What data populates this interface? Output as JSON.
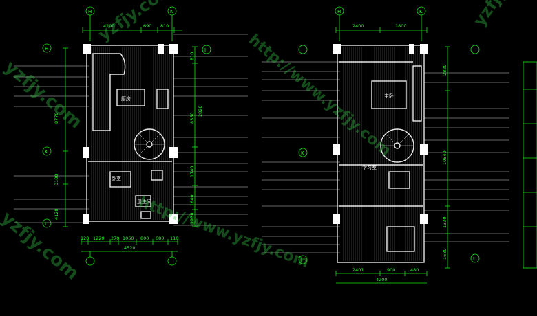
{
  "left_plan": {
    "top_dims": [
      "4200",
      "690",
      "810"
    ],
    "bottom_dims": [
      "120",
      "1220",
      "270",
      "1060",
      "800",
      "680",
      "110"
    ],
    "bottom_total": "4520",
    "right_dims": [
      "810",
      "2820",
      "8350",
      "1740",
      "1640",
      "1230"
    ],
    "left_dims": [
      "8770",
      "3180",
      "4120"
    ],
    "room_labels": [
      "厨房",
      "卧室",
      "卫生间"
    ],
    "grid_letters": [
      "H",
      "H",
      "K",
      "K",
      "I",
      "I"
    ]
  },
  "right_plan": {
    "top_dims": [
      "2400",
      "1800"
    ],
    "bottom_dims": [
      "2401",
      "900",
      "480"
    ],
    "bottom_total": "4200",
    "right_dims": [
      "2820",
      "10540",
      "1330",
      "1680"
    ],
    "room_labels": [
      "主卧",
      "学习室"
    ],
    "grid_letters": [
      "H",
      "K",
      "K",
      "I",
      "I"
    ]
  },
  "watermarks": [
    "http://www.yzfjy.com",
    "yzfjy.com",
    "yzfjy.com",
    "yzfjy.com",
    "http://www.yzfjy.com",
    "yzfjy.com"
  ]
}
